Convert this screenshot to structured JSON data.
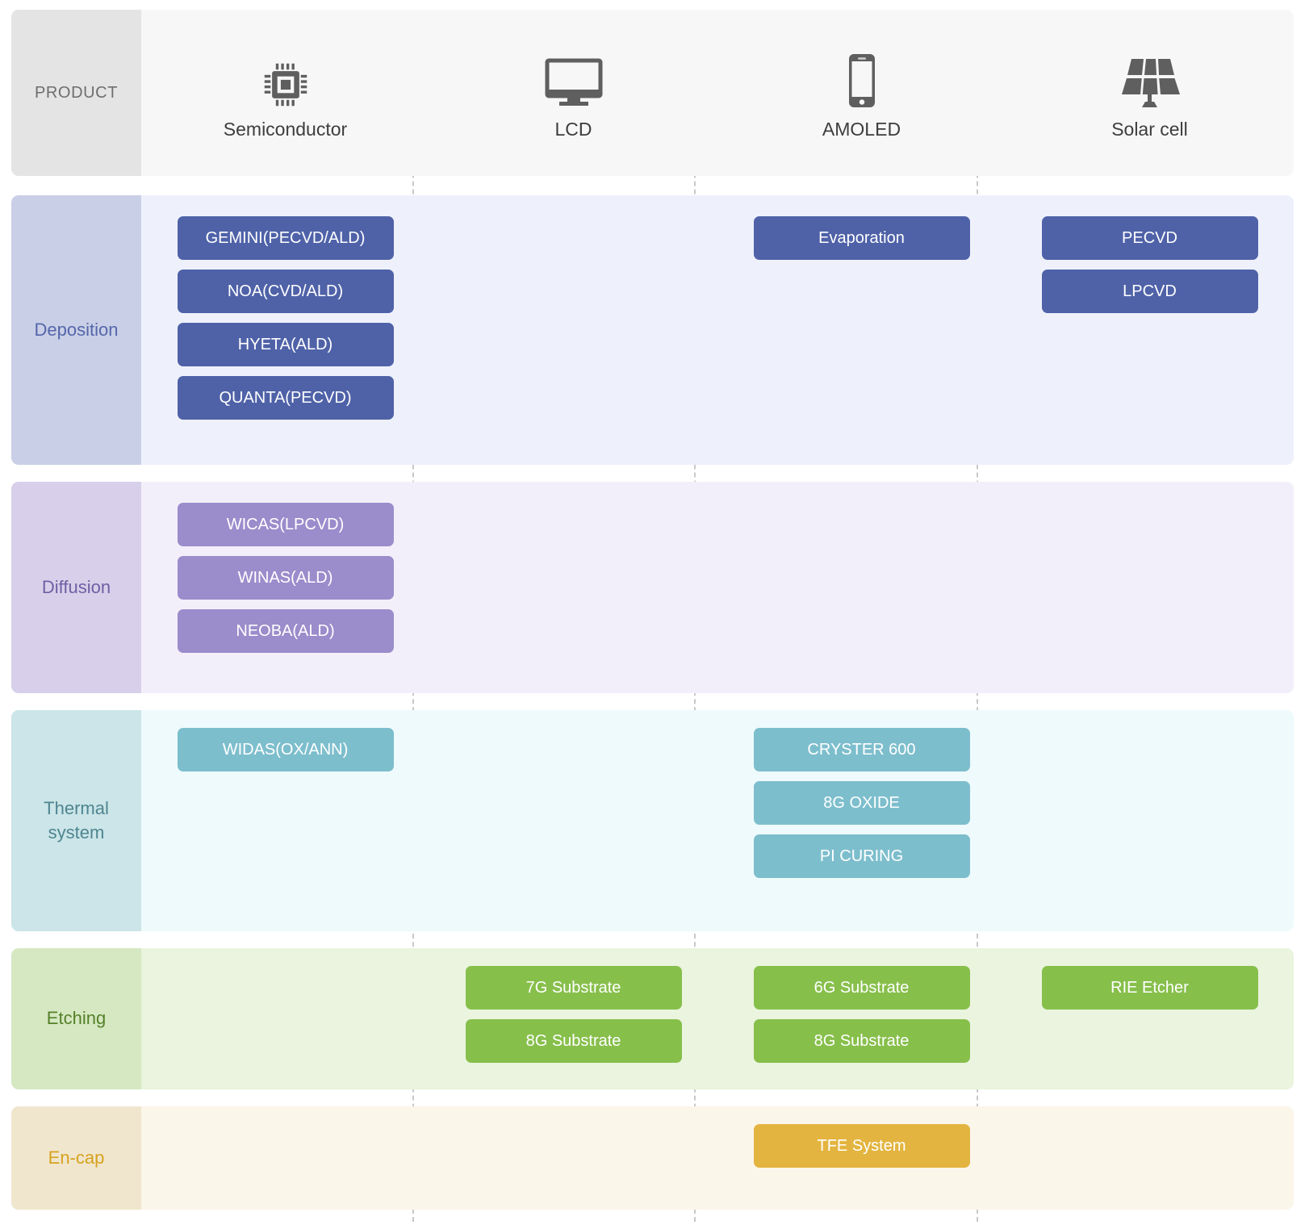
{
  "header": {
    "label": "PRODUCT",
    "columns": [
      {
        "name": "Semiconductor",
        "icon": "cpu-chip-icon"
      },
      {
        "name": "LCD",
        "icon": "monitor-icon"
      },
      {
        "name": "AMOLED",
        "icon": "smartphone-icon"
      },
      {
        "name": "Solar cell",
        "icon": "solar-panel-icon"
      }
    ]
  },
  "colors": {
    "deposition_chip": "#4f62a8",
    "deposition_band": "#eef1fb",
    "deposition_label_bg": "#c9cfe6",
    "diffusion_chip": "#9b8ccb",
    "diffusion_band": "#f3effa",
    "diffusion_label_bg": "#d8d0ea",
    "thermal_chip": "#7dbecd",
    "thermal_band": "#eefafb",
    "thermal_label_bg": "#cbe5e8",
    "etching_chip": "#87bf4b",
    "etching_band": "#eaf4de",
    "etching_label_bg": "#d5e8c2",
    "encap_chip": "#e3b43f",
    "encap_band": "#fbf6ea",
    "encap_label_bg": "#f0e6cd",
    "header_label_bg": "#e4e4e4",
    "header_band": "#f7f7f7",
    "divider": "#c9c9c9"
  },
  "rows": [
    {
      "label": "Deposition",
      "key": "deposition",
      "cells": [
        {
          "product": "Semiconductor",
          "items": [
            "GEMINI(PECVD/ALD)",
            "NOA(CVD/ALD)",
            "HYETA(ALD)",
            "QUANTA(PECVD)"
          ]
        },
        {
          "product": "LCD",
          "items": []
        },
        {
          "product": "AMOLED",
          "items": [
            "Evaporation"
          ]
        },
        {
          "product": "Solar cell",
          "items": [
            "PECVD",
            "LPCVD"
          ]
        }
      ]
    },
    {
      "label": "Diffusion",
      "key": "diffusion",
      "cells": [
        {
          "product": "Semiconductor",
          "items": [
            "WICAS(LPCVD)",
            "WINAS(ALD)",
            "NEOBA(ALD)"
          ]
        },
        {
          "product": "LCD",
          "items": []
        },
        {
          "product": "AMOLED",
          "items": []
        },
        {
          "product": "Solar cell",
          "items": []
        }
      ]
    },
    {
      "label": "Thermal system",
      "key": "thermal",
      "cells": [
        {
          "product": "Semiconductor",
          "items": [
            "WIDAS(OX/ANN)"
          ]
        },
        {
          "product": "LCD",
          "items": []
        },
        {
          "product": "AMOLED",
          "items": [
            "CRYSTER 600",
            "8G OXIDE",
            "PI CURING"
          ]
        },
        {
          "product": "Solar cell",
          "items": []
        }
      ]
    },
    {
      "label": "Etching",
      "key": "etching",
      "cells": [
        {
          "product": "Semiconductor",
          "items": []
        },
        {
          "product": "LCD",
          "items": [
            "7G Substrate",
            "8G Substrate"
          ]
        },
        {
          "product": "AMOLED",
          "items": [
            "6G Substrate",
            "8G Substrate"
          ]
        },
        {
          "product": "Solar cell",
          "items": [
            "RIE Etcher"
          ]
        }
      ]
    },
    {
      "label": "En-cap",
      "key": "encap",
      "cells": [
        {
          "product": "Semiconductor",
          "items": []
        },
        {
          "product": "LCD",
          "items": []
        },
        {
          "product": "AMOLED",
          "items": [
            "TFE System"
          ]
        },
        {
          "product": "Solar cell",
          "items": []
        }
      ]
    }
  ]
}
